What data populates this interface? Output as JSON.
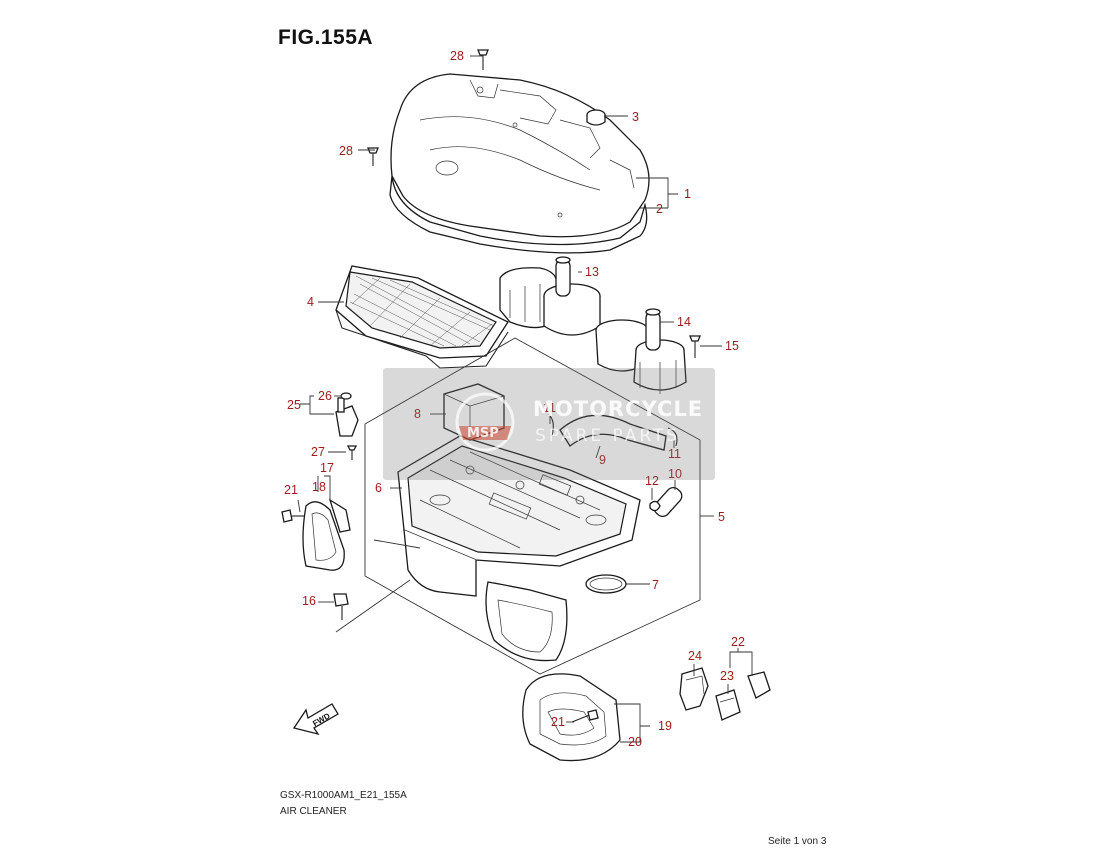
{
  "figure": {
    "title": "FIG.155A",
    "model_code": "GSX-R1000AM1_E21_155A",
    "part_name": "AIR CLEANER",
    "page_indicator": "Seite 1 von 3"
  },
  "watermark": {
    "badge": "MSP",
    "line1": "MOTORCYCLE",
    "line2": "SPARE PARTS"
  },
  "direction_arrow": {
    "label": "FWD"
  },
  "callouts": {
    "c1": "1",
    "c2": "2",
    "c3": "3",
    "c4": "4",
    "c5": "5",
    "c6": "6",
    "c7": "7",
    "c8": "8",
    "c9": "9",
    "c10": "10",
    "c11a": "11",
    "c11b": "11",
    "c12": "12",
    "c13": "13",
    "c14": "14",
    "c15": "15",
    "c16": "16",
    "c17": "17",
    "c18": "18",
    "c19": "19",
    "c20": "20",
    "c21a": "21",
    "c21b": "21",
    "c22": "22",
    "c23": "23",
    "c24": "24",
    "c25": "25",
    "c26": "26",
    "c27": "27",
    "c28a": "28",
    "c28b": "28"
  },
  "colors": {
    "callout": "#9b1c1c",
    "line": "#222222",
    "watermark": "#787878"
  }
}
